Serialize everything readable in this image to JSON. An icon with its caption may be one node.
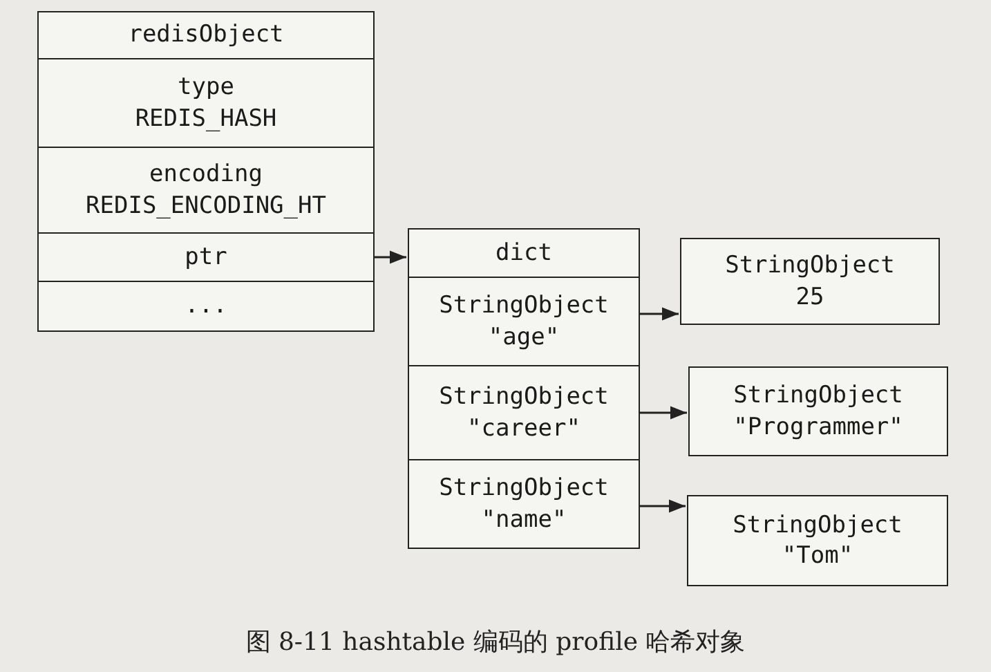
{
  "diagram": {
    "caption": "图 8-11 hashtable 编码的 profile 哈希对象",
    "nodes": [
      {
        "text": [
          "redisObject"
        ]
      },
      {
        "text": [
          "type",
          "REDIS_HASH"
        ]
      },
      {
        "text": [
          "encoding",
          "REDIS_ENCODING_HT"
        ]
      },
      {
        "text": [
          "ptr"
        ]
      },
      {
        "text": [
          "..."
        ]
      },
      {
        "text": [
          "dict"
        ]
      },
      {
        "text": [
          "StringObject",
          "\"age\""
        ]
      },
      {
        "text": [
          "StringObject",
          "\"career\""
        ]
      },
      {
        "text": [
          "StringObject",
          "\"name\""
        ]
      },
      {
        "text": [
          "StringObject",
          "25"
        ]
      },
      {
        "text": [
          "StringObject",
          "\"Programmer\""
        ]
      },
      {
        "text": [
          "StringObject",
          "\"Tom\""
        ]
      }
    ],
    "edges": [
      {
        "from": 3,
        "to": 5,
        "arrow": "to"
      },
      {
        "from": 6,
        "to": 9,
        "arrow": "to"
      },
      {
        "from": 7,
        "to": 10,
        "arrow": "to"
      },
      {
        "from": 8,
        "to": 11,
        "arrow": "to"
      }
    ]
  }
}
